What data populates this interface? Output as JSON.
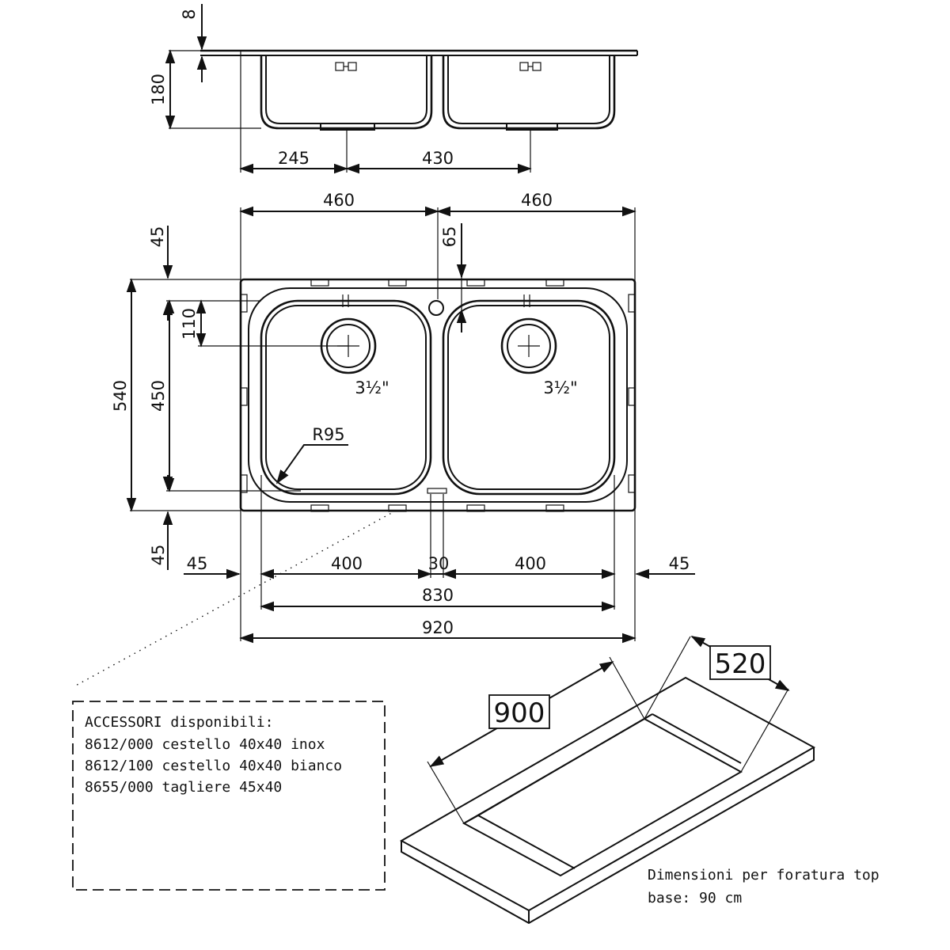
{
  "section": {
    "dims": {
      "thickness": "8",
      "depth": "180",
      "drain_left": "245",
      "drain_pitch": "430"
    }
  },
  "plan": {
    "dims": {
      "top_left": "460",
      "top_right": "460",
      "tap_offset": "65",
      "margin_top": "45",
      "margin_bottom": "45",
      "drain_offset": "110",
      "height_total": "540",
      "bowl_height": "450",
      "radius": "R95",
      "drain_size_left": "3½\"",
      "drain_size_right": "3½\"",
      "left_margin": "45",
      "bowl_left": "400",
      "divider": "30",
      "bowl_right": "400",
      "right_margin": "45",
      "inner_total": "830",
      "overall": "920"
    }
  },
  "accessories": {
    "title": "ACCESSORI disponibili:",
    "items": [
      "8612/000 cestello 40x40 inox",
      "8612/100 cestello 40x40 bianco",
      "8655/000 tagliere 45x40"
    ]
  },
  "cutout": {
    "width": "900",
    "depth": "520",
    "caption_line1": "Dimensioni per foratura top",
    "caption_line2": "base: 90 cm"
  }
}
